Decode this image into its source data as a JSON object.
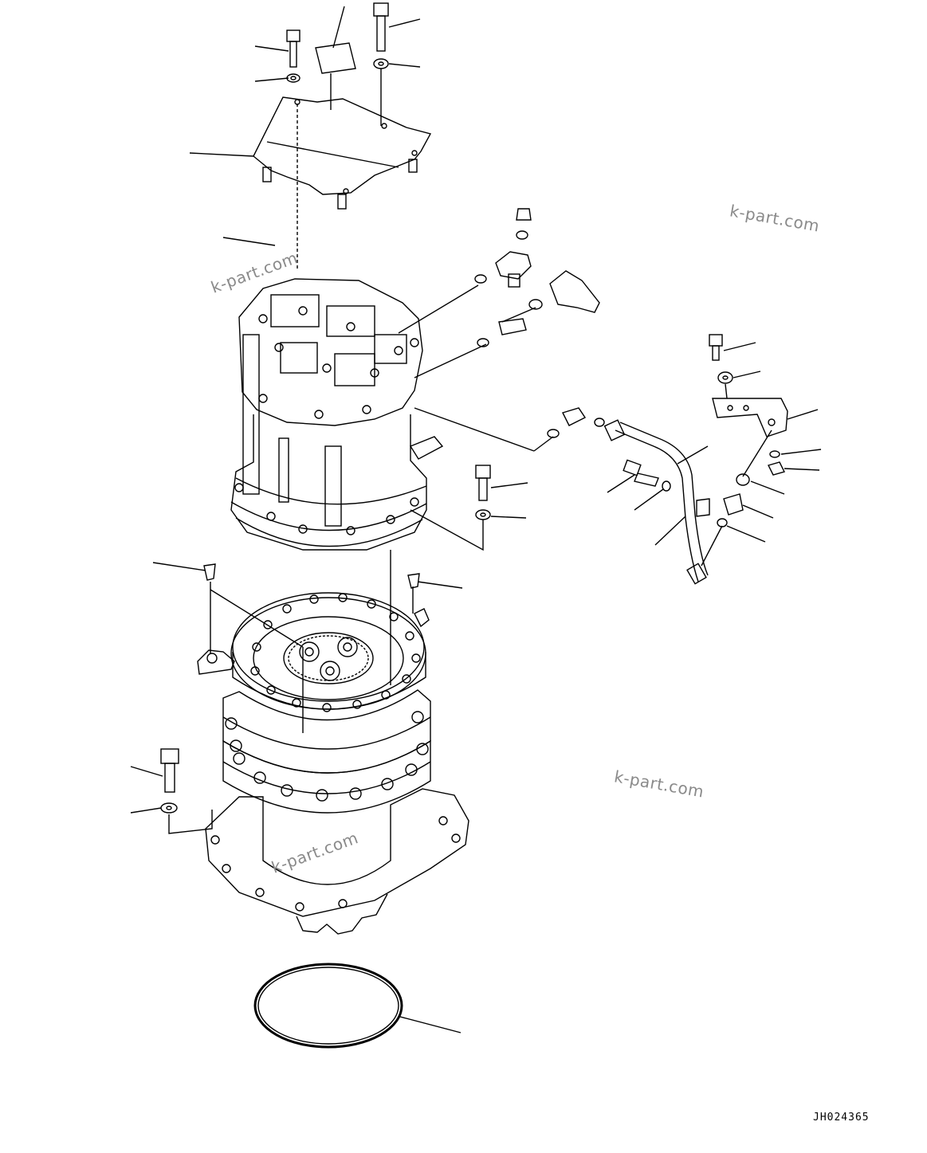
{
  "watermarks": [
    "k-part.com",
    "k-part.com",
    "k-part.com",
    "k-part.com"
  ],
  "drawing_code": "JH024365",
  "colors": {
    "line": "#000000",
    "watermark": "#8a8a8a",
    "background": "#ffffff"
  }
}
